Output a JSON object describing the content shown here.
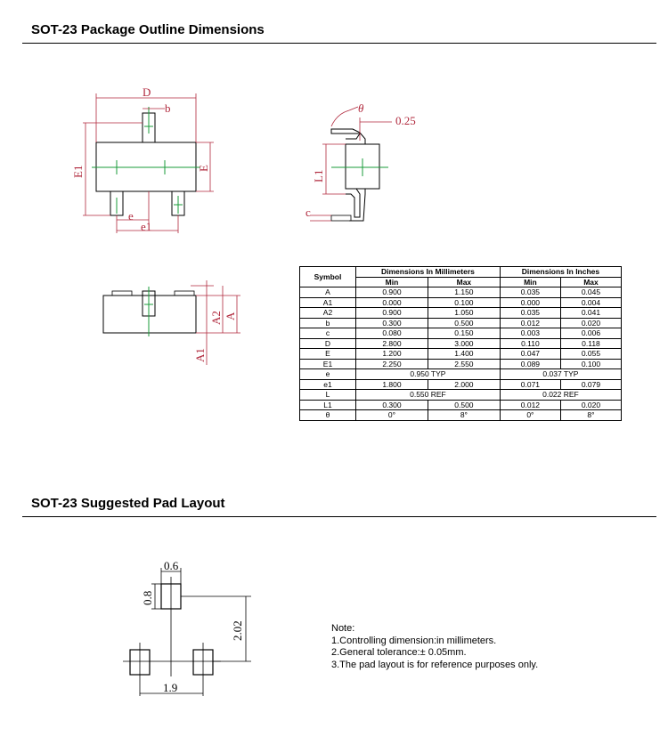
{
  "section1": {
    "title": "SOT-23 Package Outline Dimensions"
  },
  "section2": {
    "title": "SOT-23 Suggested Pad Layout"
  },
  "drawing_labels": {
    "top_view": {
      "D": "D",
      "b": "b",
      "E1": "E1",
      "E": "E",
      "e": "e",
      "e1": "e1"
    },
    "side_view": {
      "theta": "θ",
      "gauge": "0.25",
      "L1": "L1",
      "c": "c"
    },
    "front_view": {
      "A2": "A2",
      "A": "A",
      "A1": "A1"
    },
    "pad": {
      "width": "0.6",
      "height": "0.8",
      "pitch_v": "2.02",
      "pitch_h": "1.9"
    }
  },
  "table": {
    "header_symbol": "Symbol",
    "header_mm": "Dimensions In Millimeters",
    "header_in": "Dimensions In Inches",
    "sub": [
      "Min",
      "Max",
      "Min",
      "Max"
    ],
    "rows": [
      {
        "sym": "A",
        "cells": [
          "0.900",
          "1.150",
          "0.035",
          "0.045"
        ]
      },
      {
        "sym": "A1",
        "cells": [
          "0.000",
          "0.100",
          "0.000",
          "0.004"
        ]
      },
      {
        "sym": "A2",
        "cells": [
          "0.900",
          "1.050",
          "0.035",
          "0.041"
        ]
      },
      {
        "sym": "b",
        "cells": [
          "0.300",
          "0.500",
          "0.012",
          "0.020"
        ]
      },
      {
        "sym": "c",
        "cells": [
          "0.080",
          "0.150",
          "0.003",
          "0.006"
        ]
      },
      {
        "sym": "D",
        "cells": [
          "2.800",
          "3.000",
          "0.110",
          "0.118"
        ]
      },
      {
        "sym": "E",
        "cells": [
          "1.200",
          "1.400",
          "0.047",
          "0.055"
        ]
      },
      {
        "sym": "E1",
        "cells": [
          "2.250",
          "2.550",
          "0.089",
          "0.100"
        ]
      },
      {
        "sym": "e",
        "mm_merged": "0.950 TYP",
        "in_merged": "0.037 TYP"
      },
      {
        "sym": "e1",
        "cells": [
          "1.800",
          "2.000",
          "0.071",
          "0.079"
        ]
      },
      {
        "sym": "L",
        "mm_merged": "0.550 REF",
        "in_merged": "0.022 REF"
      },
      {
        "sym": "L1",
        "cells": [
          "0.300",
          "0.500",
          "0.012",
          "0.020"
        ]
      },
      {
        "sym": "θ",
        "cells": [
          "0°",
          "8°",
          "0°",
          "8°"
        ]
      }
    ]
  },
  "note": {
    "title": "Note:",
    "lines": [
      "1.Controlling dimension:in millimeters.",
      "2.General tolerance:± 0.05mm.",
      "3.The pad layout is for reference purposes only."
    ]
  }
}
